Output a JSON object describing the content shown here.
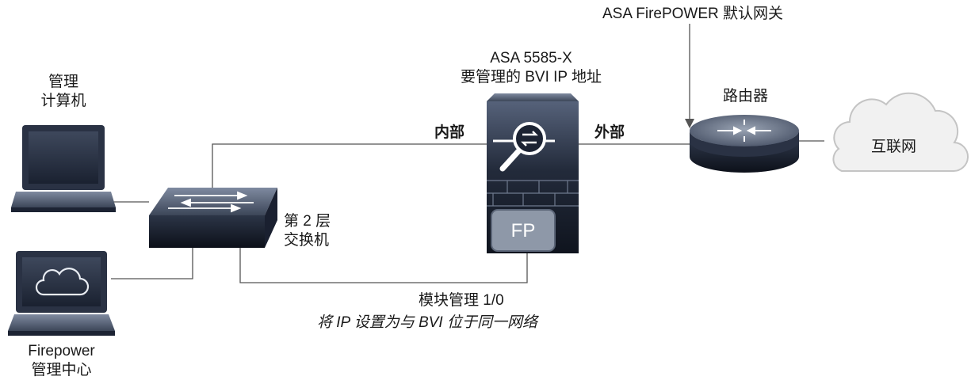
{
  "labels": {
    "gateway": "ASA FirePOWER 默认网关",
    "asa_model": "ASA 5585-X",
    "asa_bvi": "要管理的 BVI IP 地址",
    "inside": "内部",
    "outside": "外部",
    "router": "路由器",
    "internet": "互联网",
    "mgmt_pc_1": "管理",
    "mgmt_pc_2": "计算机",
    "switch_1": "第 2 层",
    "switch_2": "交换机",
    "module_mgmt": "模块管理 1/0",
    "module_note": "将 IP 设置为与 BVI 位于同一网络",
    "fmc_1": "Firepower",
    "fmc_2": "管理中心",
    "fp_badge": "FP"
  },
  "icons": {
    "laptop": "laptop-icon",
    "switch": "layer2-switch-icon",
    "firewall": "asa-firewall-icon",
    "fp_module": "firepower-module-icon",
    "router": "router-icon",
    "cloud": "internet-cloud-icon",
    "fmc": "firepower-management-center-icon"
  },
  "colors": {
    "device_dark": "#1c2333",
    "device_mid": "#3c4658",
    "device_light": "#8e98a8",
    "line": "#555555",
    "cloud_fill": "#f1f1f1",
    "cloud_stroke": "#c4c4c4"
  }
}
